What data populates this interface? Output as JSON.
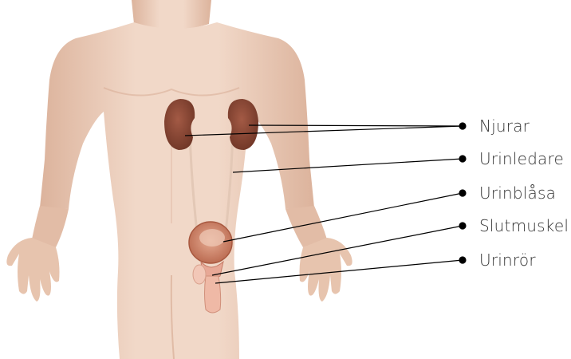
{
  "labels": {
    "kidneys": "Njurar",
    "ureters": "Urinledare",
    "bladder": "Urinblåsa",
    "sphincter": "Slutmuskel",
    "urethra": "Urinrör"
  },
  "colors": {
    "skin_light": "#f3dccd",
    "skin": "#e9c6b1",
    "skin_shadow": "#d6a88f",
    "kidney": "#8e4a38",
    "kidney_dark": "#6b3324",
    "bladder": "#c97a5e",
    "leader_line": "#000000",
    "label_text": "#333333"
  }
}
